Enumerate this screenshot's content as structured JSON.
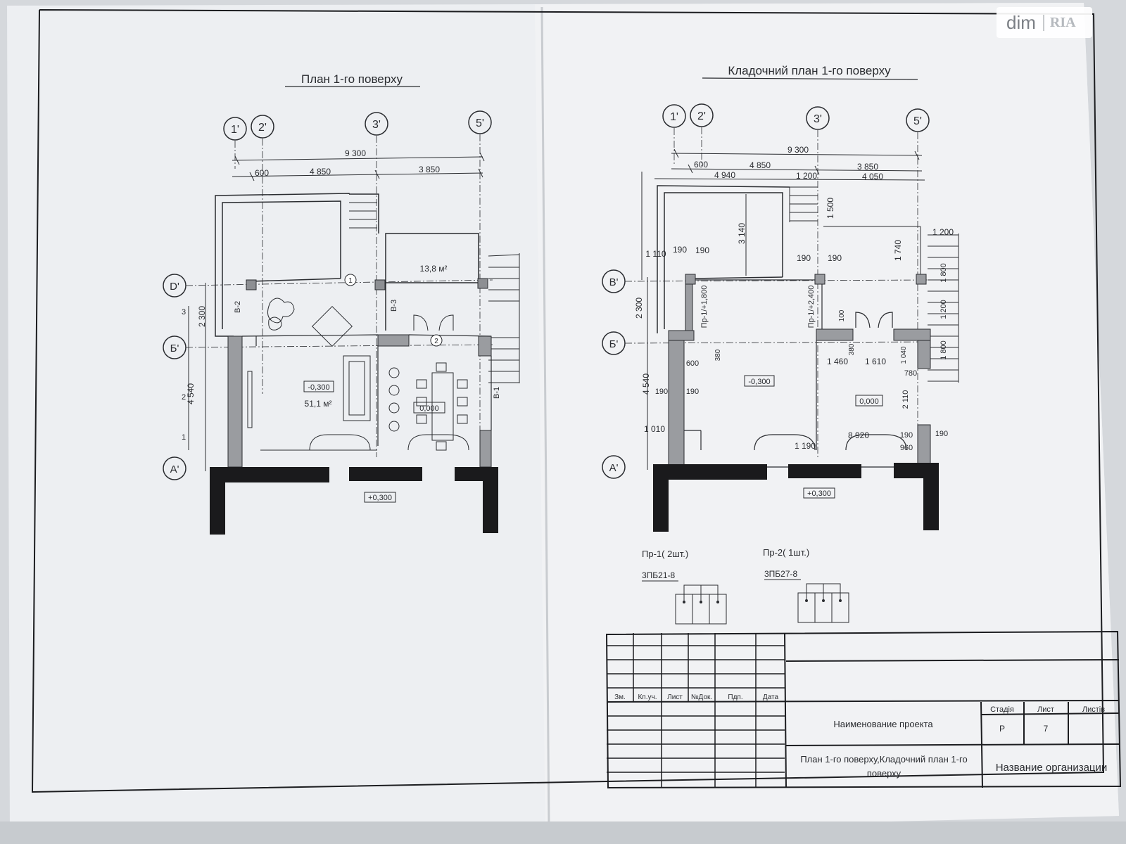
{
  "watermark": {
    "brand": "dim",
    "sub": "RIA"
  },
  "plan_left": {
    "title": "План 1-го поверху",
    "axes": {
      "a1": "1'",
      "a2": "2'",
      "a3": "3'",
      "a5": "5'",
      "rowD": "D'",
      "rowB": "Б'",
      "rowA": "А'"
    },
    "dims": {
      "overall": "9 300",
      "d600": "600",
      "d4850": "4 850",
      "d3850": "3 850",
      "v2300": "2 300",
      "v4540": "4 540"
    },
    "areas": {
      "small_room": "13,8 м²",
      "main_room": "51,1 м²"
    },
    "levels": {
      "main": "-0,300",
      "dining": "0,000",
      "outside": "+0,300"
    },
    "marks": {
      "b2": "В-2",
      "b3": "В-3",
      "b1": "В-1",
      "m1": "1",
      "m2": "2",
      "s3": "3",
      "s2": "2",
      "s1": "1"
    }
  },
  "plan_right": {
    "title": "Кладочний план 1-го поверху",
    "axes": {
      "a1": "1'",
      "a2": "2'",
      "a3": "3'",
      "a5": "5'",
      "rowV": "В'",
      "rowB": "Б'",
      "rowA": "А'"
    },
    "dims": {
      "overall": "9 300",
      "d600": "600",
      "d4850": "4 850",
      "d3850": "3 850",
      "d4940": "4 940",
      "d1200": "1 200",
      "d4050": "4 050",
      "d1500": "1 500",
      "d3140": "3 140",
      "d1740": "1 740",
      "d1200b": "1 200",
      "d1110": "1 110",
      "d190a": "190",
      "d190b": "190",
      "d190c": "190",
      "d190d": "190",
      "d1800": "1 800",
      "d1200c": "1 200",
      "d1800b": "1 800",
      "v2300": "2 300",
      "v4540": "4 540",
      "d100": "100",
      "d380a": "380",
      "d380b": "380",
      "d1040": "1 040",
      "d600b": "600",
      "d1460": "1 460",
      "d1610": "1 610",
      "d780": "780",
      "d190e": "190",
      "d190f": "190",
      "d2110": "2 110",
      "d1010": "1 010",
      "d8920": "8 920",
      "d190g": "190",
      "d190h": "190",
      "d1190": "1 190",
      "d960": "960"
    },
    "lintels": {
      "pr1": "Пр-1/+1,800",
      "pr2": "Пр-1/+2,400"
    },
    "levels": {
      "main": "-0,300",
      "dining": "0,000",
      "outside": "+0,300"
    }
  },
  "lintel_schedule": {
    "pr1_title": "Пр-1( 2шт.)",
    "pr1_code": "3ПБ21-8",
    "pr2_title": "Пр-2( 1шт.)",
    "pr2_code": "3ПБ27-8"
  },
  "title_block": {
    "col_headers": [
      "Зм.",
      "Кп.уч.",
      "Лист",
      "№Док.",
      "Пдп.",
      "Дата"
    ],
    "project_name": "Наименование проекта",
    "sheet_title_1": "План 1-го поверху,Кладочний план 1-го",
    "sheet_title_2": "поверху",
    "stage_label": "Стадія",
    "sheet_label": "Лист",
    "sheets_label": "Листів",
    "stage_value": "Р",
    "sheet_value": "7",
    "organization": "Название организации"
  }
}
